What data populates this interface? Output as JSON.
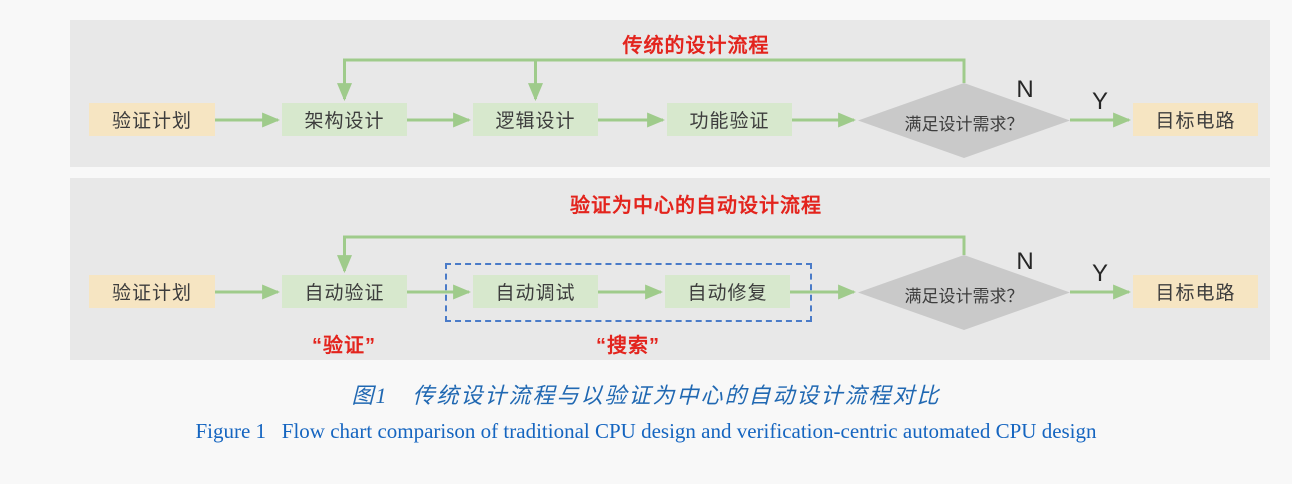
{
  "figure": {
    "top_flow": {
      "title": "传统的设计流程",
      "nodes": {
        "plan": "验证计划",
        "arch": "架构设计",
        "logic": "逻辑设计",
        "func_verify": "功能验证",
        "decision": "满足设计需求？",
        "target": "目标电路"
      },
      "branch_no": "N",
      "branch_yes": "Y"
    },
    "bottom_flow": {
      "title": "验证为中心的自动设计流程",
      "nodes": {
        "plan": "验证计划",
        "auto_verify": "自动验证",
        "auto_debug": "自动调试",
        "auto_repair": "自动修复",
        "decision": "满足设计需求？",
        "target": "目标电路"
      },
      "branch_no": "N",
      "branch_yes": "Y",
      "annotation_verify": "“验证”",
      "annotation_search": "“搜索”"
    },
    "caption_zh": "图1　传统设计流程与以验证为中心的自动设计流程对比",
    "caption_en": "Figure 1   Flow chart comparison of traditional CPU design and verification-centric automated CPU design",
    "colors": {
      "panel_bg": "#e8e8e8",
      "plan_box": "#f6e5c2",
      "process_box": "#d7e8cd",
      "decision_diamond": "#c9c9c9",
      "arrow_green": "#9fcb8b",
      "emphasis_red": "#e3241d",
      "caption_blue": "#1e68b5",
      "dashed_border_blue": "#4a7bc8"
    }
  }
}
